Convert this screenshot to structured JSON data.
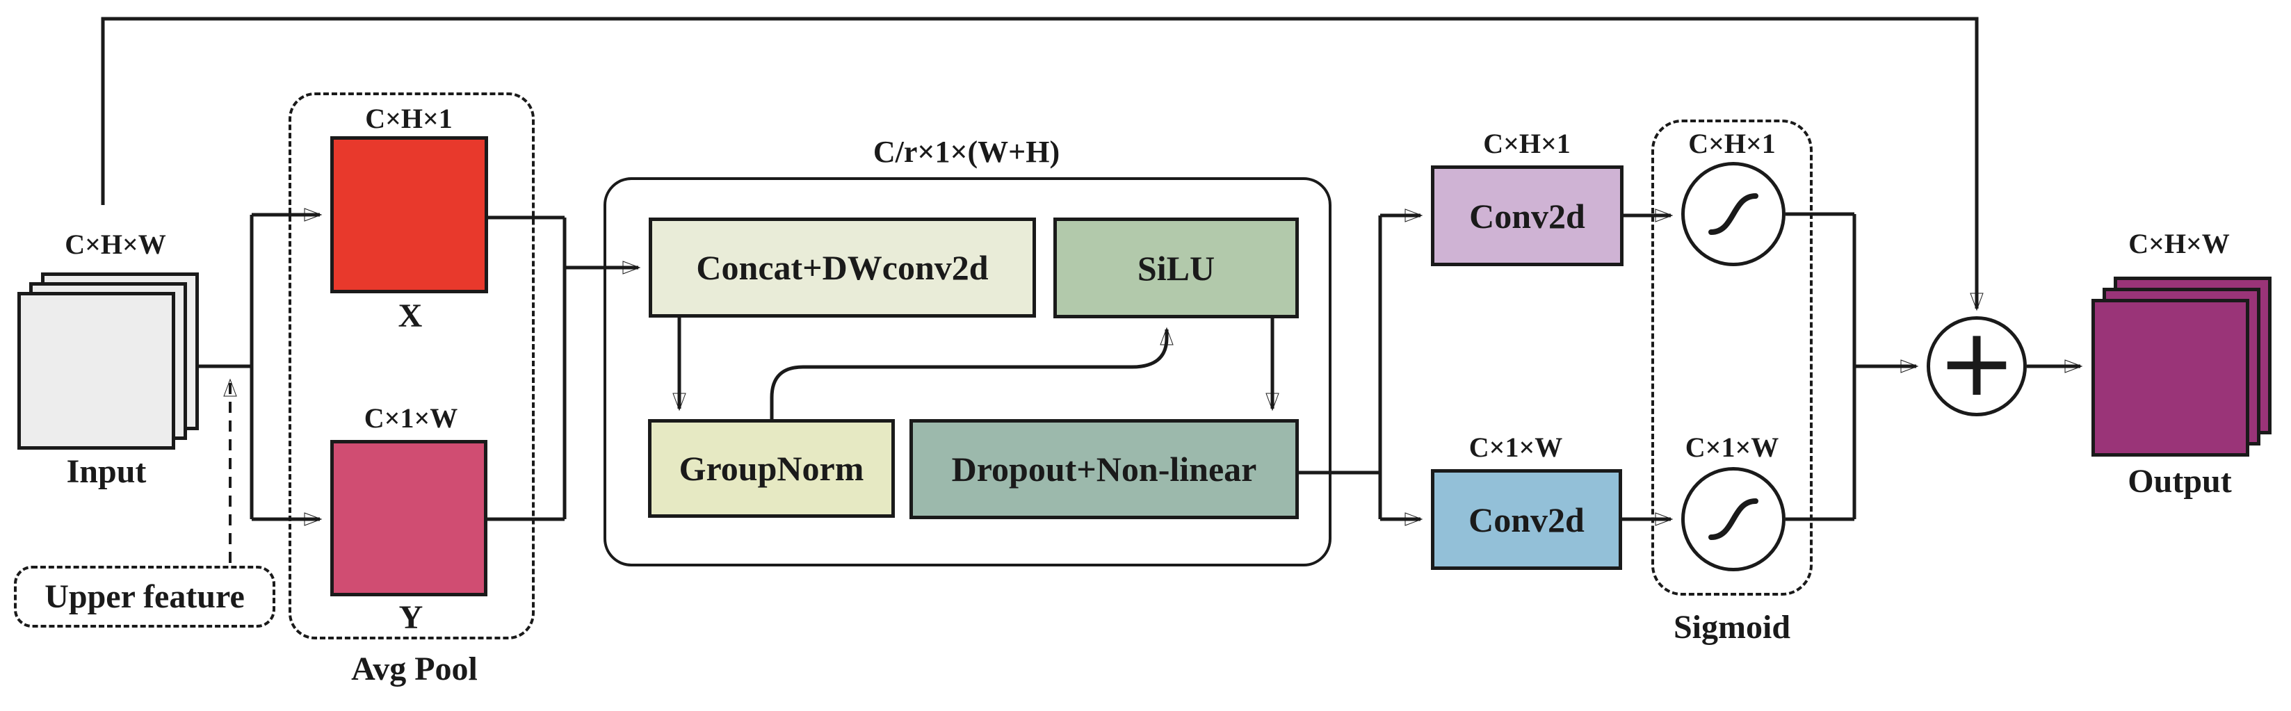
{
  "colors": {
    "x_box": "#e8392c",
    "y_box": "#d04d72",
    "concat_box": "#e9ecd8",
    "silu_box": "#b2c9ab",
    "groupnorm_box": "#e6e9c3",
    "dropout_box": "#9cb9ac",
    "conv_h_box": "#cfb3d4",
    "conv_w_box": "#93c0d8",
    "output_stack": "#9a3478",
    "input_stack": "#ededed",
    "line": "#1a1a1a"
  },
  "diagram": {
    "input": {
      "dims": "C×H×W",
      "label": "Input"
    },
    "upper_feature": {
      "label": "Upper feature"
    },
    "avg_pool": {
      "label": "Avg Pool",
      "x_branch": {
        "dims": "C×H×1",
        "label": "X"
      },
      "y_branch": {
        "dims": "C×1×W",
        "label": "Y"
      }
    },
    "bottleneck": {
      "title": "C/r×1×(W+H)",
      "concat_label": "Concat+DWconv2d",
      "silu_label": "SiLU",
      "groupnorm_label": "GroupNorm",
      "dropout_label": "Dropout+Non-linear"
    },
    "conv_h": {
      "dims": "C×H×1",
      "label": "Conv2d"
    },
    "conv_w": {
      "dims": "C×1×W",
      "label": "Conv2d"
    },
    "sigmoid": {
      "label": "Sigmoid",
      "h_dims": "C×H×1",
      "w_dims": "C×1×W"
    },
    "add_symbol": "+",
    "output": {
      "dims": "C×H×W",
      "label": "Output"
    }
  }
}
